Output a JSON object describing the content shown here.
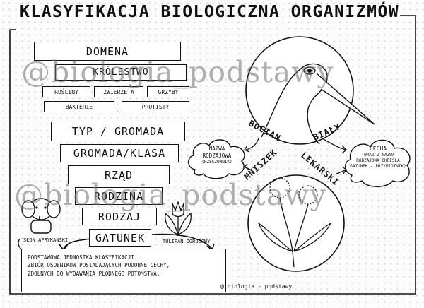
{
  "title": "KLASYFIKACJA BIOLOGICZNA ORGANIZMÓW",
  "taxonomy": {
    "domain": "DOMENA",
    "kingdom": "KRÓLESTWO",
    "kingdom_examples": [
      "ROŚLINY",
      "ZWIERZĘTA",
      "GRZYBY"
    ],
    "kingdom_examples_2": [
      "BAKTERIE",
      "PROTISTY"
    ],
    "phylum": "TYP / GROMADA",
    "class": "GROMADA/KLASA",
    "order": "RZĄD",
    "family": "RODZINA",
    "genus": "RODZAJ",
    "species": "GATUNEK"
  },
  "examples": {
    "elephant_label": "SŁOŃ AFRYKAŃSKI",
    "tulip_label": "TULIPAN OGRODOWY"
  },
  "definition": {
    "lines": [
      "PODSTAWOWA JEDNOSTKA KLASYFIKACJI.",
      "ZBIÓR OSOBNIKÓW POSIADAJĄCYCH PODOBNE CECHY,",
      "ZDOLNYCH DO WYDAWANIA PŁODNEGO POTOMSTWA."
    ]
  },
  "species_names": {
    "stork_word1": "BOCIAN",
    "stork_word2": "BIAŁY",
    "dandelion_word1": "MNISZEK",
    "dandelion_word2": "LEKARSKI"
  },
  "clouds": {
    "left_lines": [
      "NAZWA",
      "RODZAJOWA",
      "(RZECZOWNIK)"
    ],
    "right_lines": [
      "CECHA",
      "(WRAZ Z NAZWĄ",
      "RODZAJOWĄ OKREŚLA",
      "GATUNEK - PRZYMIOTNIK)"
    ]
  },
  "watermark": "@biologia_podstawy",
  "credit": "@ biologia - podstawy"
}
